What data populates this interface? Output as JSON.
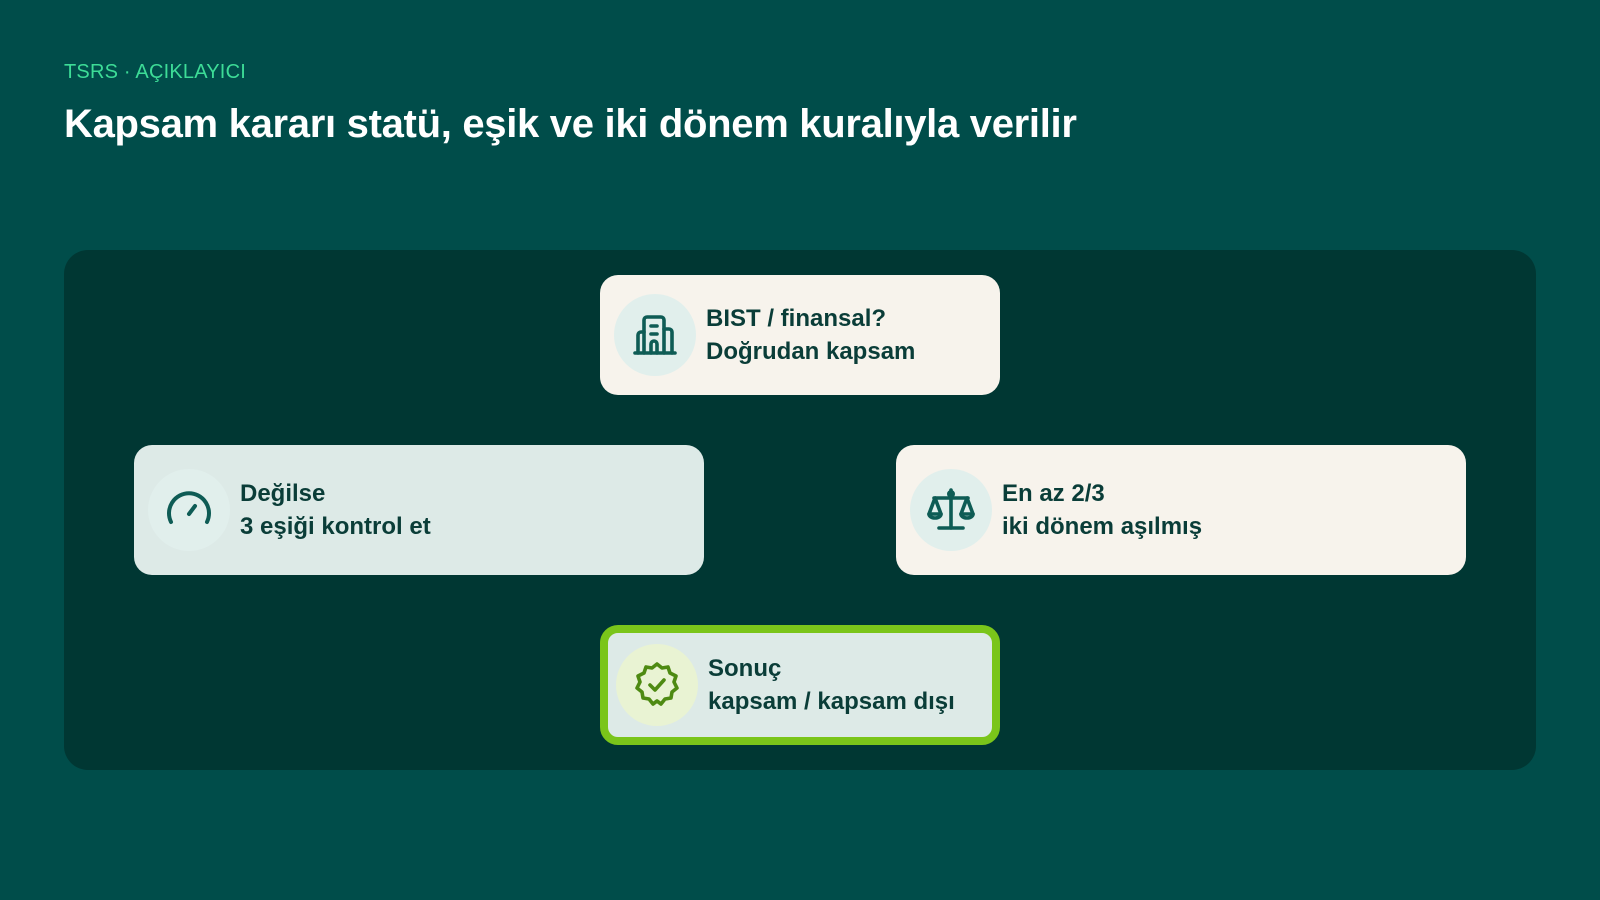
{
  "header": {
    "eyebrow": "TSRS · AÇIKLAYICI",
    "title": "Kapsam kararı statü, eşik ve iki dönem kuralıyla verilir"
  },
  "colors": {
    "background": "#004D4A",
    "panel": "#003733",
    "eyebrow": "#3DDC97",
    "accent_border": "#7AC51A"
  },
  "nodes": {
    "top": {
      "icon": "building-icon",
      "line1": "BIST / finansal?",
      "line2": "Doğrudan kapsam"
    },
    "left": {
      "icon": "gauge-icon",
      "line1": "Değilse",
      "line2": "3 eşiği kontrol et"
    },
    "right": {
      "icon": "scale-icon",
      "line1": "En az 2/3",
      "line2": "iki dönem aşılmış"
    },
    "bottom": {
      "icon": "verified-badge-icon",
      "line1": "Sonuç",
      "line2": "kapsam / kapsam dışı"
    }
  }
}
